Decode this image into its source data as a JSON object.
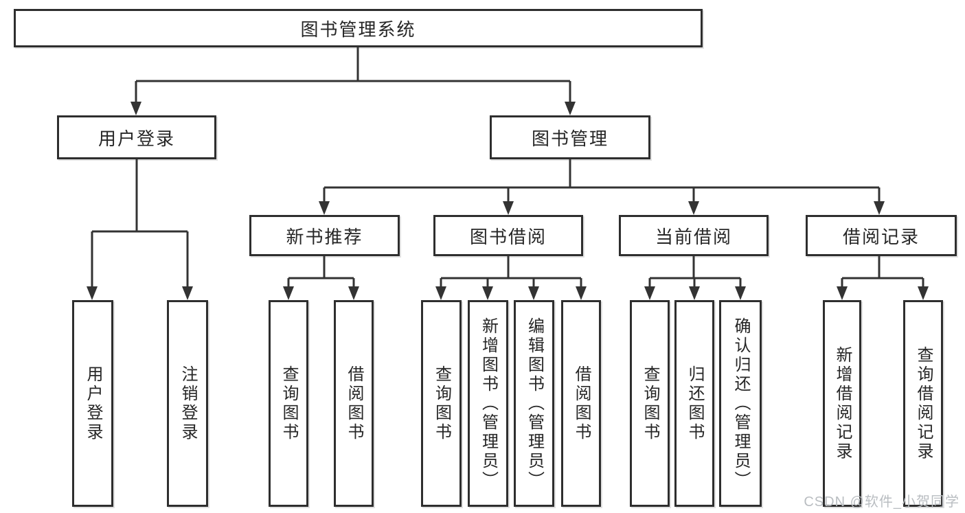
{
  "tree": {
    "label": "图书管理系统",
    "children": [
      {
        "label": "用户登录",
        "children": [
          {
            "label": "用户登录"
          },
          {
            "label": "注销登录"
          }
        ]
      },
      {
        "label": "图书管理",
        "children": [
          {
            "label": "新书推荐",
            "children": [
              {
                "label": "查询图书"
              },
              {
                "label": "借阅图书"
              }
            ]
          },
          {
            "label": "图书借阅",
            "children": [
              {
                "label": "查询图书"
              },
              {
                "label": "新增图书（管理员）"
              },
              {
                "label": "编辑图书（管理员）"
              },
              {
                "label": "借阅图书"
              }
            ]
          },
          {
            "label": "当前借阅",
            "children": [
              {
                "label": "查询图书"
              },
              {
                "label": "归还图书"
              },
              {
                "label": "确认归还（管理员）"
              }
            ]
          },
          {
            "label": "借阅记录",
            "children": [
              {
                "label": "新增借阅记录"
              },
              {
                "label": "查询借阅记录"
              }
            ]
          }
        ]
      }
    ]
  },
  "watermark": "CSDN @软件_小贺同学",
  "colors": {
    "line": "#333333",
    "box_border": "#2e2e2e",
    "text": "#262626",
    "watermark": "#b9bdc1",
    "background": "#ffffff"
  }
}
